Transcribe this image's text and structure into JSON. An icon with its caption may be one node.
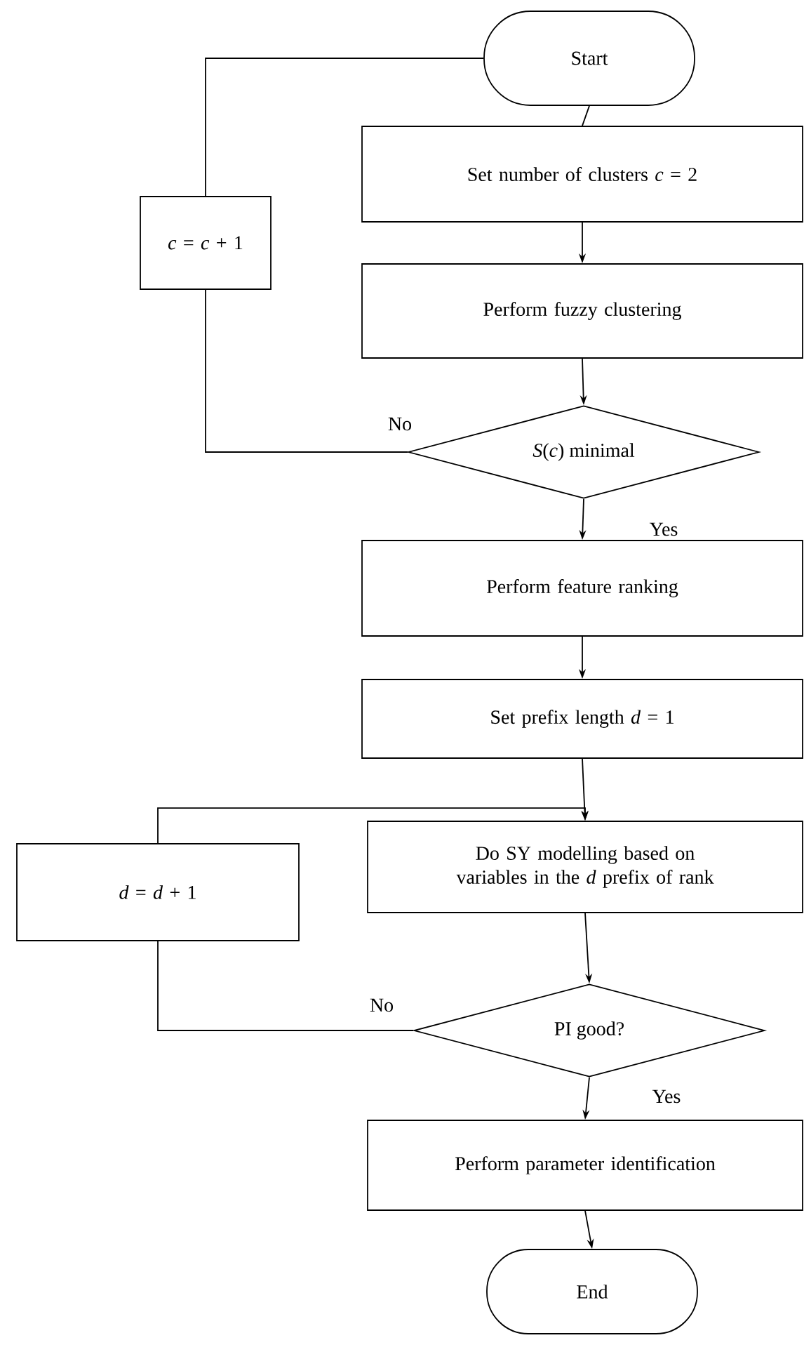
{
  "diagram": {
    "nodes": [
      {
        "text": [
          "Start"
        ]
      },
      {
        "text": [
          "Set number of clusters *c* = 2"
        ]
      },
      {
        "text": [
          "Perform fuzzy clustering"
        ]
      },
      {
        "text": [
          "*S*(*c*) minimal"
        ]
      },
      {
        "text": [
          "*c* = *c* + 1"
        ]
      },
      {
        "text": [
          "Perform feature ranking"
        ]
      },
      {
        "text": [
          "Set prefix length *d* = 1"
        ]
      },
      {
        "text": [
          "Do SY modelling based on variables in the *d* prefix of rank"
        ]
      },
      {
        "text": [
          "*d* = *d* + 1"
        ]
      },
      {
        "text": [
          "PI good?"
        ]
      },
      {
        "text": [
          "Perform parameter identification"
        ]
      },
      {
        "text": [
          "End"
        ]
      }
    ],
    "edges": [
      {
        "from": 0,
        "to": 1,
        "arrow": "none"
      },
      {
        "from": 1,
        "to": 2,
        "arrow": "to"
      },
      {
        "from": 2,
        "to": 3,
        "arrow": "to"
      },
      {
        "from": 3,
        "to": 4,
        "arrow": "none",
        "label": "No"
      },
      {
        "from": 4,
        "to": 0,
        "arrow": "none"
      },
      {
        "from": 3,
        "to": 5,
        "arrow": "to",
        "label": "Yes"
      },
      {
        "from": 5,
        "to": 6,
        "arrow": "to"
      },
      {
        "from": 6,
        "to": 7,
        "arrow": "to"
      },
      {
        "from": 8,
        "to": 7,
        "arrow": "to"
      },
      {
        "from": 7,
        "to": 9,
        "arrow": "to"
      },
      {
        "from": 9,
        "to": 8,
        "arrow": "none",
        "label": "No"
      },
      {
        "from": 9,
        "to": 10,
        "arrow": "to",
        "label": "Yes"
      },
      {
        "from": 10,
        "to": 11,
        "arrow": "to"
      }
    ]
  }
}
